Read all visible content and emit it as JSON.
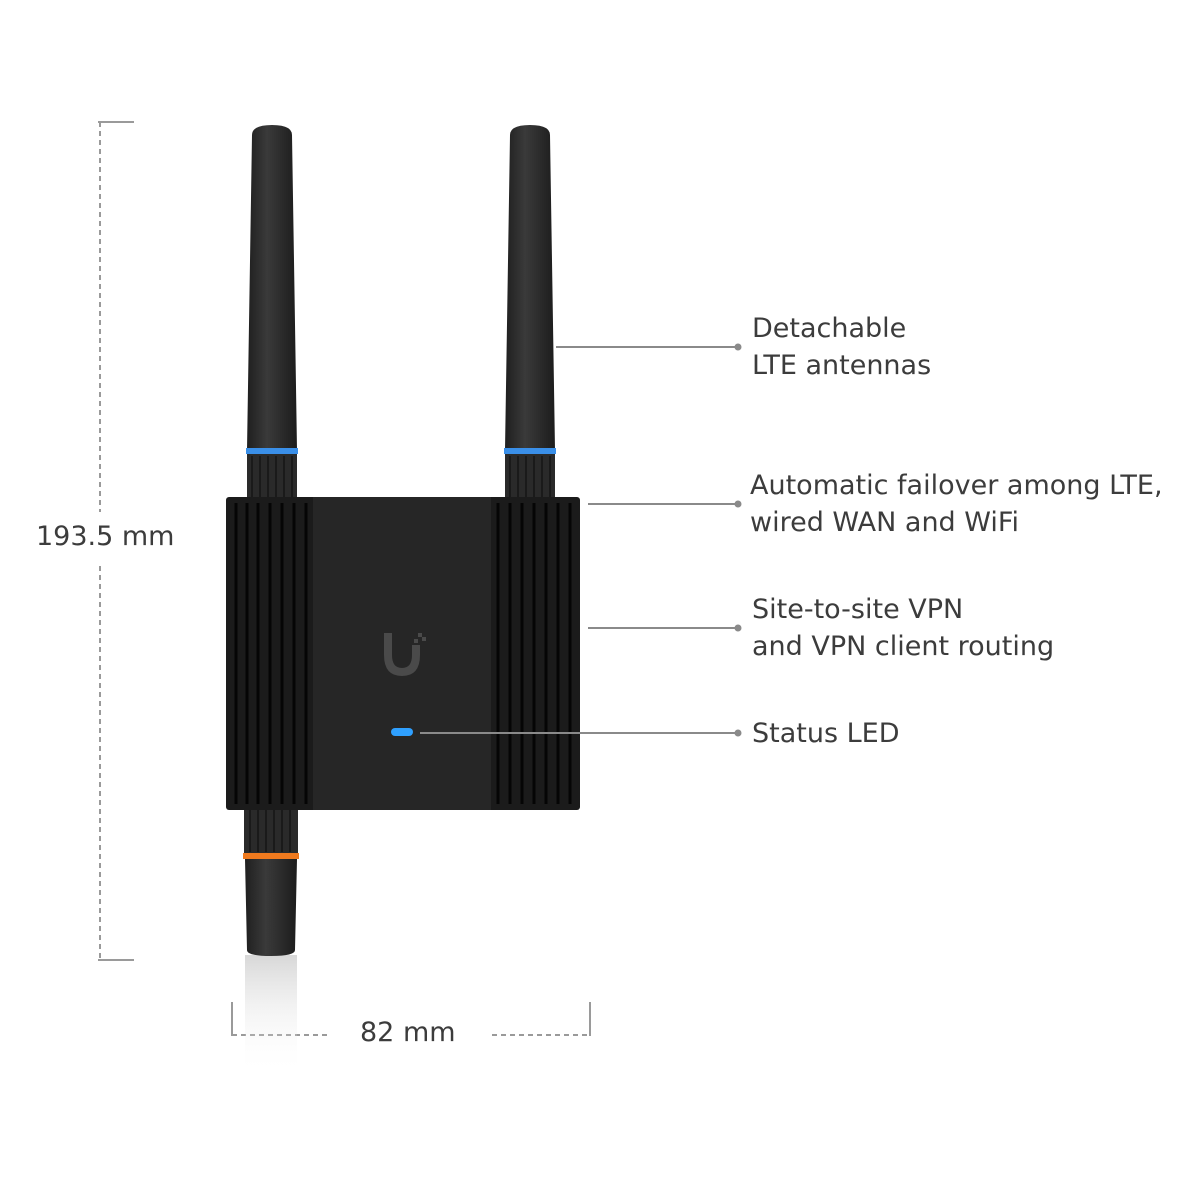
{
  "dimensions": {
    "height": "193.5 mm",
    "width": "82 mm"
  },
  "callouts": [
    {
      "line1": "Detachable",
      "line2": "LTE antennas"
    },
    {
      "line1": "Automatic failover among LTE,",
      "line2": "wired WAN and WiFi"
    },
    {
      "line1": "Site-to-site VPN",
      "line2": "and VPN client routing"
    },
    {
      "line1": "Status LED",
      "line2": ""
    }
  ],
  "colors": {
    "body": "#1e1e1e",
    "antenna": "#2f2f2f",
    "ring_blue": "#3a8fe8",
    "ring_orange": "#f07a1e",
    "led": "#2fa0ff",
    "leader": "#8a8a8a"
  }
}
